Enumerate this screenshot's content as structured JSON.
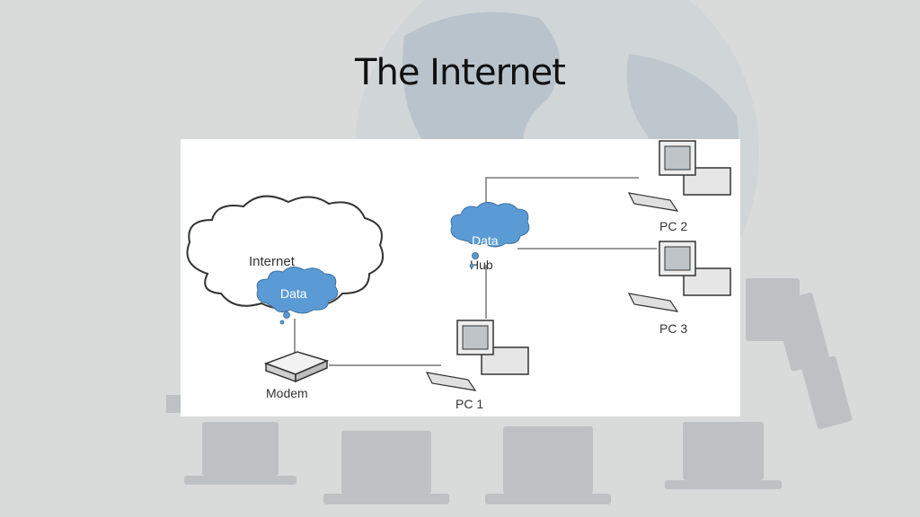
{
  "slide": {
    "title": "The Internet"
  },
  "diagram": {
    "internet_label": "Internet",
    "modem_label": "Modem",
    "hub_label": "Hub",
    "pcs": [
      {
        "label": "PC 1"
      },
      {
        "label": "PC 2"
      },
      {
        "label": "PC 3"
      }
    ],
    "data_bubbles": [
      {
        "label": "Data"
      },
      {
        "label": "Data"
      }
    ],
    "colors": {
      "bubble": "#5b9bd5",
      "line": "#777777",
      "background": "#d8d9d9"
    }
  }
}
